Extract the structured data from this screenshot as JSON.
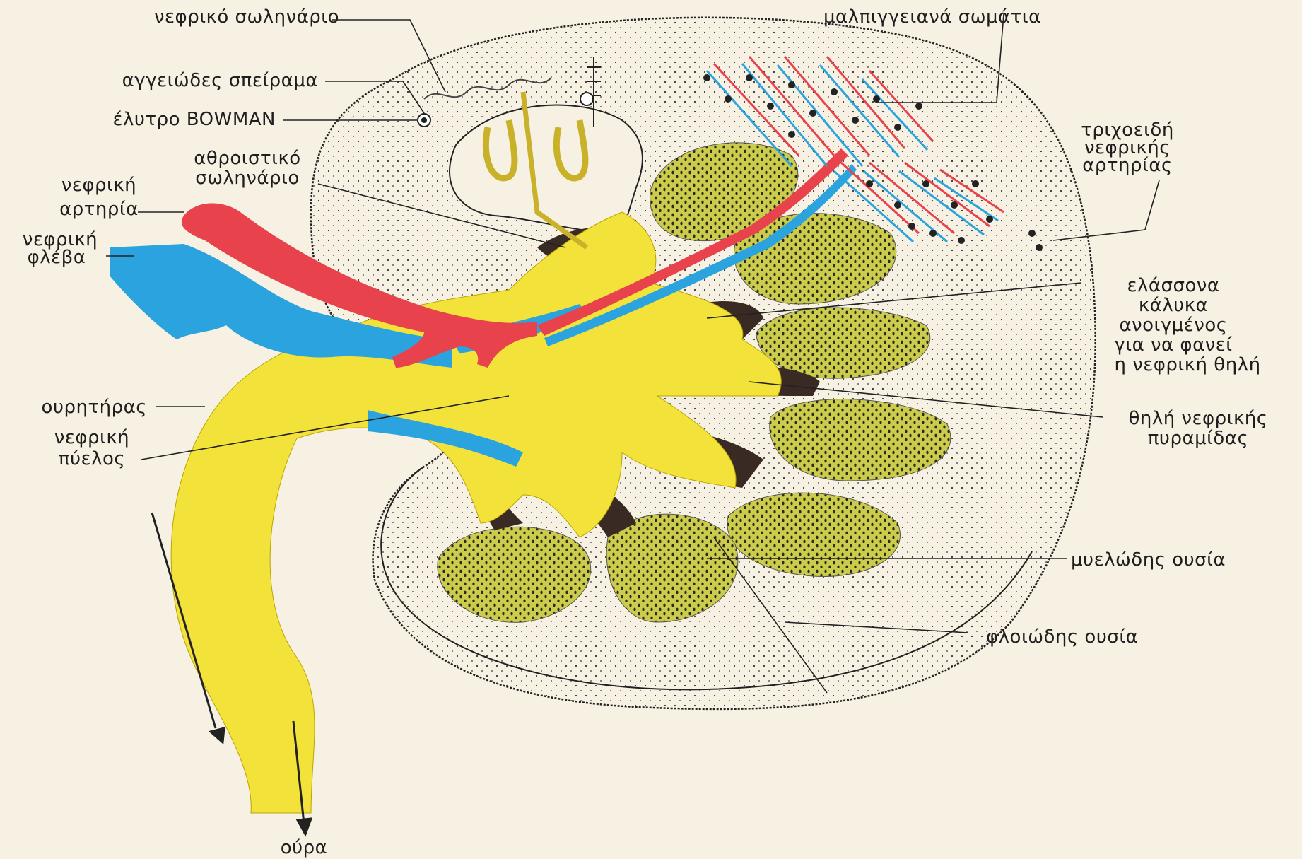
{
  "labels": {
    "renal_tubule": "νεφρικό σωληνάριο",
    "glomerulus": "αγγειώδες σπείραμα",
    "bowman_capsule": "έλυτρο BOWMAN",
    "collecting_duct": [
      "αθροιστικό",
      "σωληνάριο"
    ],
    "renal_artery": [
      "νεφρική",
      "αρτηρία"
    ],
    "renal_vein": [
      "νεφρική",
      "φλέβα"
    ],
    "ureter": "ουρητήρας",
    "renal_pelvis": [
      "νεφρική",
      "πύελος"
    ],
    "urine": "ούρα",
    "malpighian_corpuscles": "μαλπιγγειανά σωμάτια",
    "artery_capillaries": [
      "τριχοειδή",
      "νεφρικής",
      "αρτηρίας"
    ],
    "minor_calyx": [
      "ελάσσονα",
      "κάλυκα",
      "ανοιγμένος",
      "για να φανεί",
      "η νεφρική θηλή"
    ],
    "pyramid_papilla": [
      "θηλή νεφρικής",
      "πυραμίδας"
    ],
    "medulla": "μυελώδης ουσία",
    "cortex": "φλοιώδης ουσία"
  },
  "colors": {
    "background": "#f7f1e3",
    "artery": "#e8424c",
    "vein": "#2aa3df",
    "urinary": "#f3e23a",
    "pyramid": "#c9c94e",
    "outline": "#1e1e1e",
    "shadow": "#3a2a24"
  }
}
